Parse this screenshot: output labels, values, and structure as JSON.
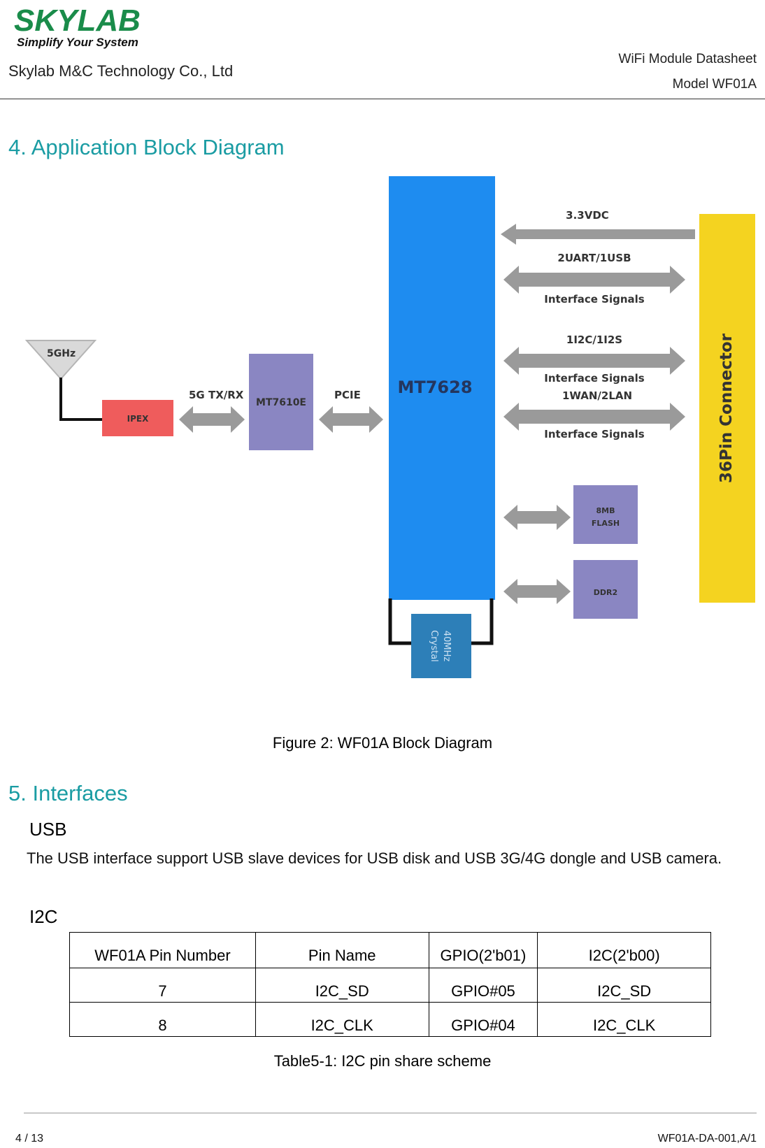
{
  "header": {
    "logo_text": "SKYLAB",
    "logo_tagline": "Simplify Your System",
    "company": "Skylab M&C Technology Co., Ltd",
    "doc_title": "WiFi Module Datasheet",
    "doc_model": "Model WF01A"
  },
  "section4": {
    "title": "4. Application Block Diagram"
  },
  "diagram": {
    "antenna": "5GHz",
    "ipex": "IPEX",
    "link_5g": "5G TX/RX",
    "mt7610e": "MT7610E",
    "link_pcie": "PCIE",
    "mt7628": "MT7628",
    "crystal_line1": "40MHz",
    "crystal_line2": "Crystal",
    "power": "3.3VDC",
    "uart": "2UART/1USB",
    "uart_sub": "Interface Signals",
    "i2c": "1I2C/1I2S",
    "i2c_sub": "Interface Signals",
    "wan": "1WAN/2LAN",
    "wan_sub": "Interface Signals",
    "flash_line1": "8MB",
    "flash_line2": "FLASH",
    "ddr": "DDR2",
    "connector": "36Pin Connector",
    "colors": {
      "mt7628": "#1e8cf0",
      "connector": "#f4d320",
      "chip": "#8a86c2",
      "ipex": "#ef5c5c",
      "crystal": "#2d7fb8",
      "arrow": "#9a9a9a",
      "section_title": "#1a9ca3"
    }
  },
  "figure_caption": "Figure 2: WF01A Block Diagram",
  "section5": {
    "title": "5. Interfaces",
    "usb_heading": "USB",
    "usb_text": "The USB interface support USB slave devices for USB disk and USB 3G/4G dongle and USB camera.",
    "i2c_heading": "I2C"
  },
  "i2c_table": {
    "headers": [
      "WF01A Pin Number",
      "Pin Name",
      "GPIO(2'b01)",
      "I2C(2'b00)"
    ],
    "rows": [
      [
        "7",
        "I2C_SD",
        "GPIO#05",
        "I2C_SD"
      ],
      [
        "8",
        "I2C_CLK",
        "GPIO#04",
        "I2C_CLK"
      ]
    ]
  },
  "table_caption": "Table5-1: I2C pin share scheme",
  "footer": {
    "page": "4 / 13",
    "doc_code": "WF01A-DA-001,A/1"
  }
}
